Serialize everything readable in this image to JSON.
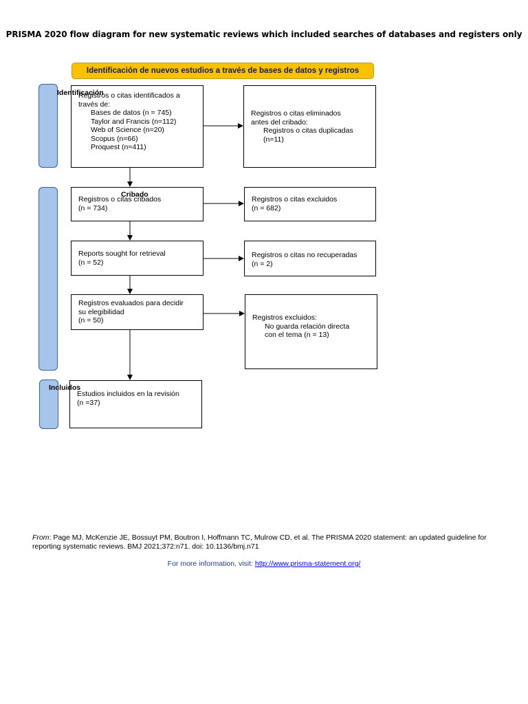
{
  "title": "PRISMA 2020 flow diagram for new systematic reviews which included searches of databases and registers only",
  "banner": "Identificación de nuevos estudios a través de bases de datos y registros",
  "stages": {
    "identification": "Identificación",
    "screening": "Cribado",
    "included": "Incluidos"
  },
  "identified": {
    "line1": "Registros o citas identificados a",
    "line2": "través de:",
    "sources": [
      "Bases de datos (n = 745)",
      "Taylor and Francis (n=112)",
      "Web of Science (n=20)",
      "Scopus (n=66)",
      "Proquest (n=411)"
    ]
  },
  "removed": {
    "line1": "Registros o citas eliminados",
    "line2": "antes del cribado:",
    "line3": "Registros o citas duplicadas",
    "line4": "(n=11)"
  },
  "screened": {
    "line1": "Registros o citas cribados",
    "line2": "(n = 734)"
  },
  "excluded": {
    "line1": "Registros o citas excluidos",
    "line2": "(n = 682)"
  },
  "retrieval": {
    "line1": "Reports sought for retrieval",
    "line2": "(n = 52)"
  },
  "not_retrieved": {
    "line1": "Registros o citas no recuperadas",
    "line2": "(n = 2)"
  },
  "eligibility": {
    "line1": "Registros evaluados para decidir",
    "line2": "su elegibilidad",
    "line3": "(n = 50)"
  },
  "excluded_eligibility": {
    "line1": "Registros excluidos:",
    "line2": "No guarda relación directa",
    "line3": "con el tema (n = 13)"
  },
  "included": {
    "line1": "Estudios incluidos en la revisión",
    "line2": "(n =37)"
  },
  "footer": {
    "from_label": "From",
    "citation": ":  Page MJ, McKenzie JE, Bossuyt PM, Boutron I, Hoffmann TC, Mulrow CD, et al. The PRISMA 2020 statement: an updated guideline for reporting systematic reviews. BMJ 2021;372:n71. doi: 10.1136/bmj.n71",
    "info_text": "For more information, visit: ",
    "info_link": "http://www.prisma-statement.org/"
  }
}
